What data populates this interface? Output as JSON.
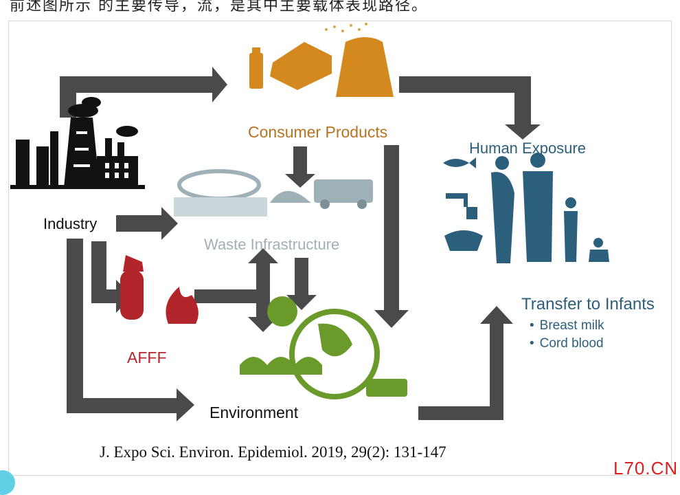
{
  "header_fragment": "前述图所示          的主要传导，流，是其中主要载体表现路径。",
  "diagram": {
    "consumer_products": "Consumer Products",
    "human_exposure": "Human Exposure",
    "industry": "Industry",
    "waste_infrastructure": "Waste Infrastructure",
    "afff": "AFFF",
    "environment": "Environment",
    "transfer_title": "Transfer to Infants",
    "transfer_items": [
      "Breast milk",
      "Cord blood"
    ],
    "citation": "J. Expo Sci. Environ. Epidemiol. 2019, 29(2): 131-147"
  },
  "watermark": "L70.CN",
  "colors": {
    "arrow": "#4a4a4a",
    "consumer": "#d4891f",
    "human": "#2c5f7c",
    "waste": "#9fb1b8",
    "afff": "#b2252a",
    "environment": "#6a9a2a",
    "industry": "#111111"
  }
}
